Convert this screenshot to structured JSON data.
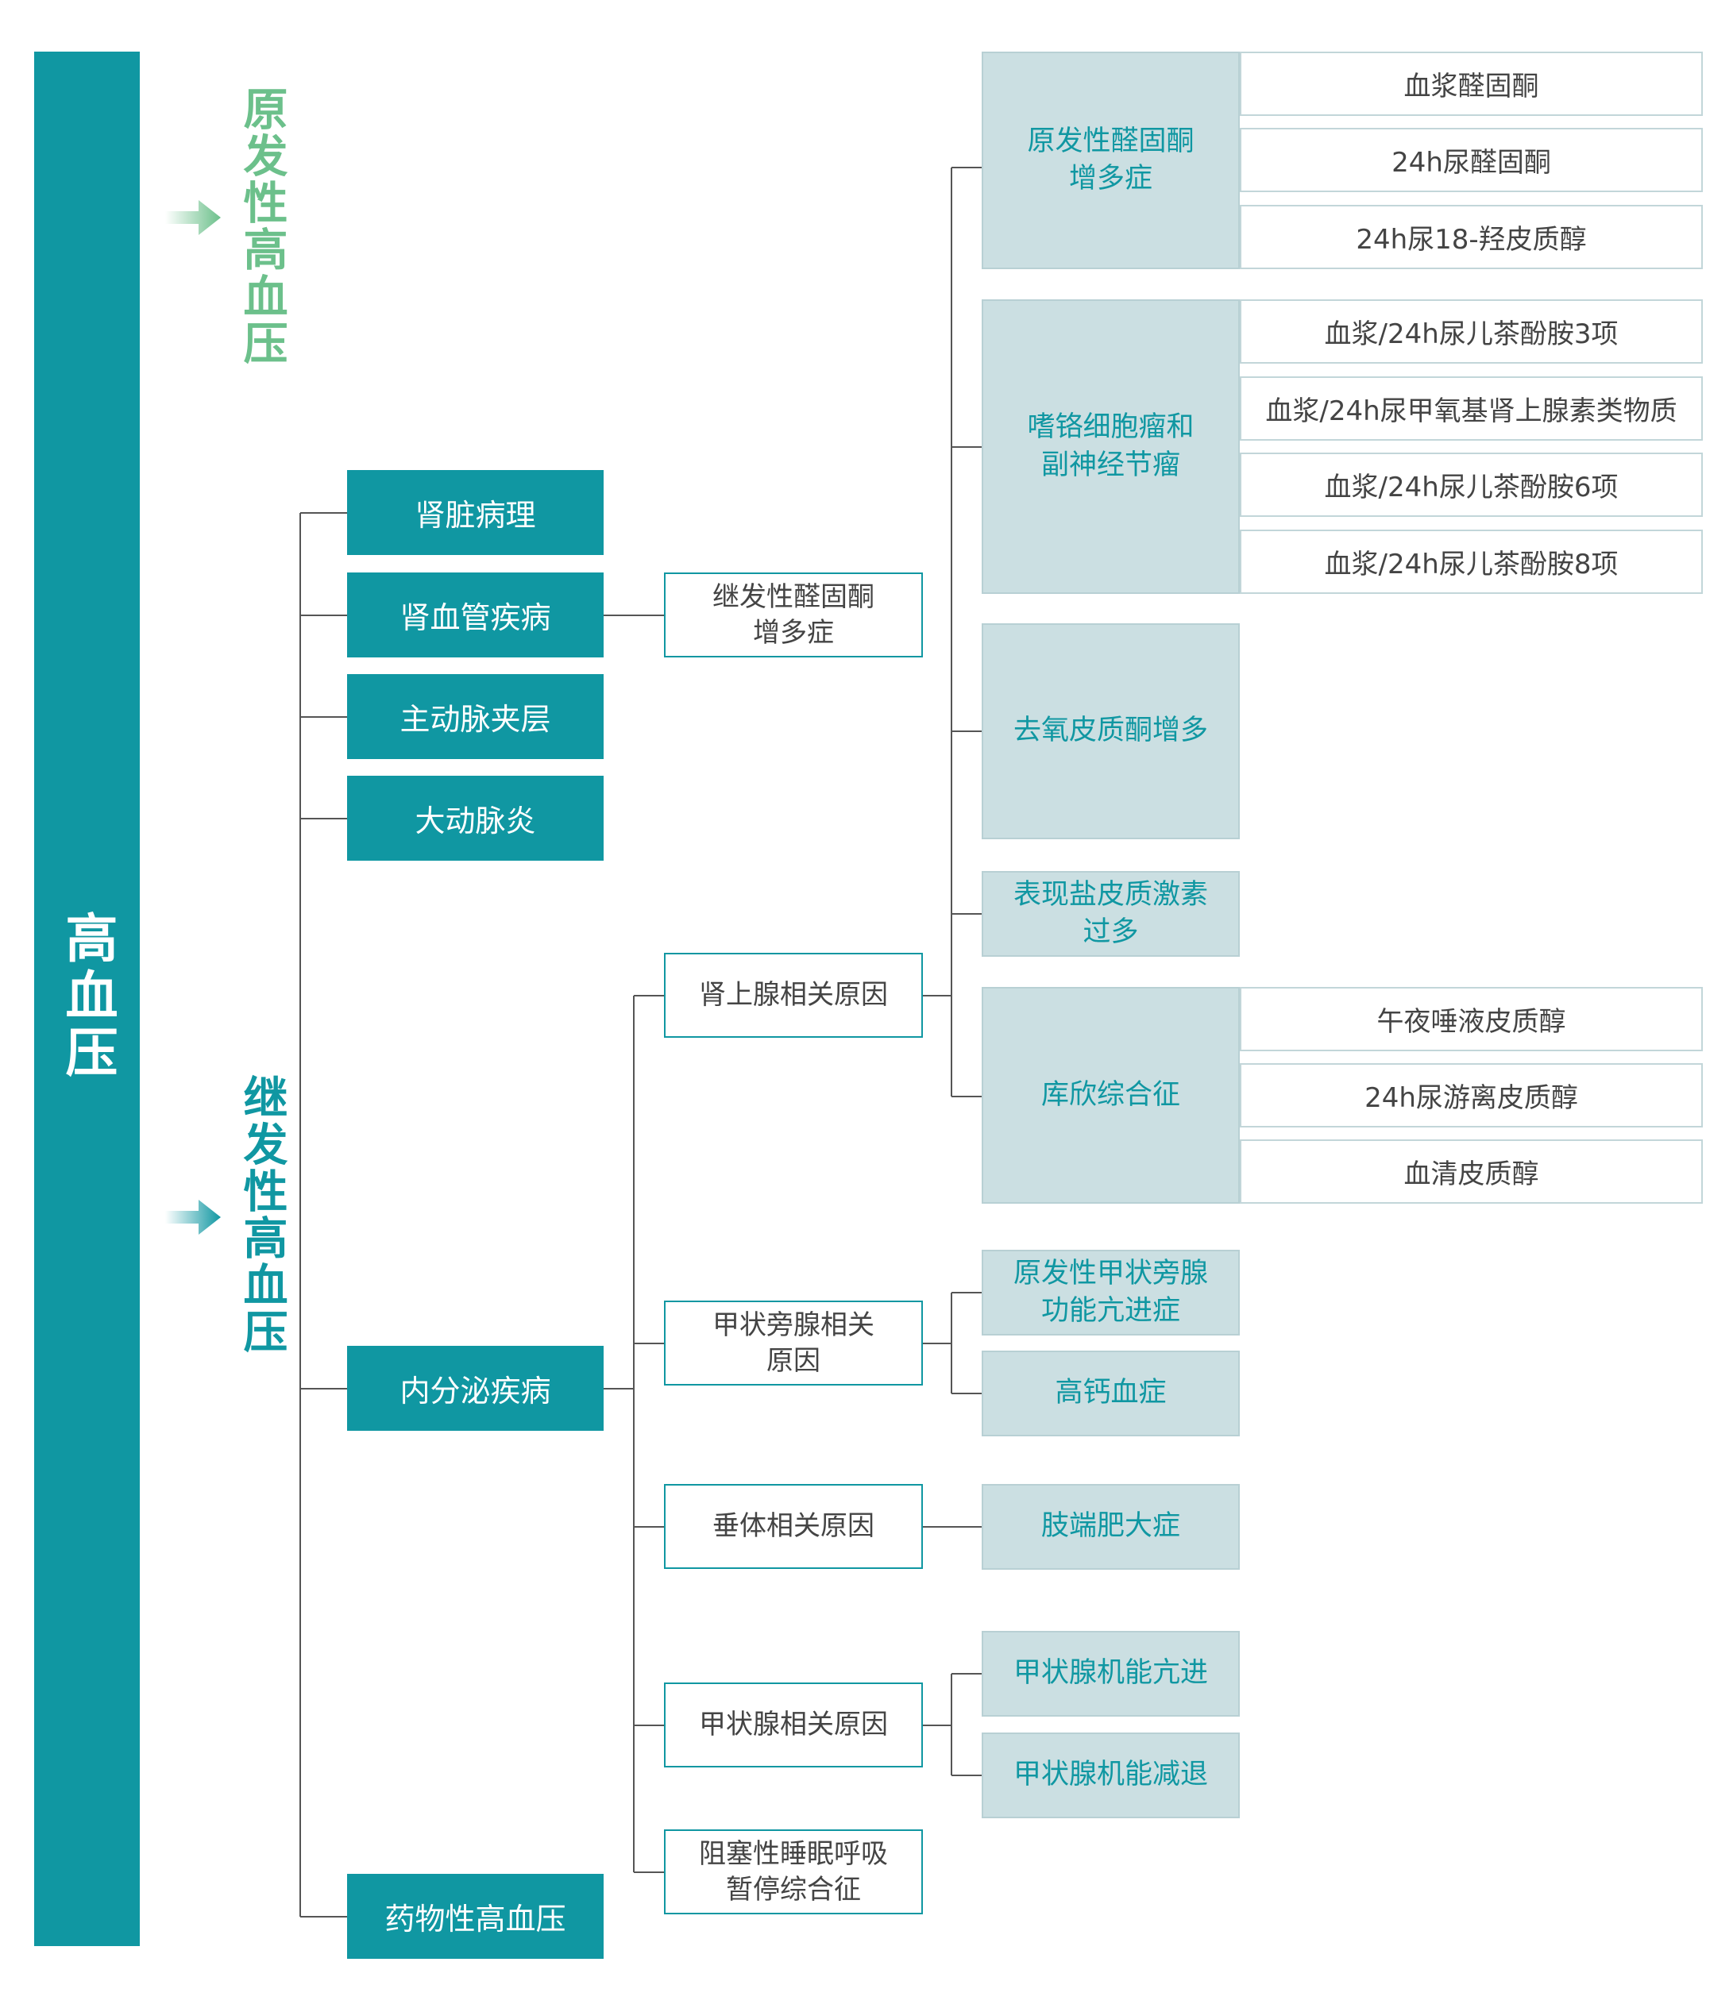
{
  "root": {
    "label": "高血压"
  },
  "branches": {
    "primary": {
      "label": "原发性高血压",
      "color": "#6cc08b"
    },
    "secondary": {
      "label": "继发性高血压",
      "color": "#1097a2"
    }
  },
  "categories": [
    {
      "label": "肾脏病理"
    },
    {
      "label": "肾血管疾病"
    },
    {
      "label": "主动脉夹层"
    },
    {
      "label": "大动脉炎"
    },
    {
      "label": "内分泌疾病"
    },
    {
      "label": "药物性高血压"
    }
  ],
  "subcauses": [
    {
      "label": "继发性醛固酮\n增多症"
    },
    {
      "label": "肾上腺相关原因"
    },
    {
      "label": "甲状旁腺相关\n原因"
    },
    {
      "label": "垂体相关原因"
    },
    {
      "label": "甲状腺相关原因"
    },
    {
      "label": "阻塞性睡眠呼吸\n暂停综合征"
    }
  ],
  "conditions": [
    {
      "label": "原发性醛固酮\n增多症"
    },
    {
      "label": "嗜铬细胞瘤和\n副神经节瘤"
    },
    {
      "label": "去氧皮质酮增多"
    },
    {
      "label": "表现盐皮质激素\n过多"
    },
    {
      "label": "库欣综合征"
    },
    {
      "label": "原发性甲状旁腺\n功能亢进症"
    },
    {
      "label": "高钙血症"
    },
    {
      "label": "肢端肥大症"
    },
    {
      "label": "甲状腺机能亢进"
    },
    {
      "label": "甲状腺机能减退"
    }
  ],
  "tests": [
    {
      "label": "血浆醛固酮"
    },
    {
      "label": "24h尿醛固酮"
    },
    {
      "label": "24h尿18-羟皮质醇"
    },
    {
      "label": "血浆/24h尿儿茶酚胺3项"
    },
    {
      "label": "血浆/24h尿甲氧基肾上腺素类物质"
    },
    {
      "label": "血浆/24h尿儿茶酚胺6项"
    },
    {
      "label": "血浆/24h尿儿茶酚胺8项"
    },
    {
      "label": "午夜唾液皮质醇"
    },
    {
      "label": "24h尿游离皮质醇"
    },
    {
      "label": "血清皮质醇"
    }
  ],
  "colors": {
    "teal": "#1097a2",
    "green": "#6cc08b",
    "light_teal_fill": "#cbdfe2",
    "line": "#555555"
  }
}
